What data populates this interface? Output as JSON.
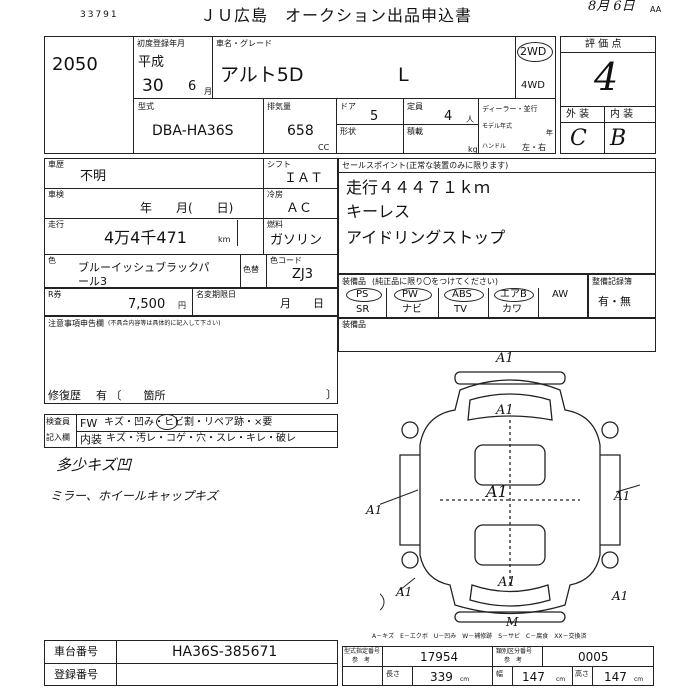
{
  "header": {
    "stamp_number": "33791",
    "auction_title": "ＪＵ広島　オークション出品申込書",
    "date": "8月 6日",
    "date_suffix": "AA"
  },
  "lot": {
    "number": "2050"
  },
  "registration": {
    "label": "初度登録年月",
    "era": "平成",
    "year": "30",
    "month": "6",
    "month_unit": "月"
  },
  "vehicle": {
    "name_label": "車名・グレード",
    "name": "アルト5D",
    "grade": "L",
    "drive_2wd": "2WD",
    "drive_4wd": "4WD",
    "model_label": "型式",
    "model": "DBA-HA36S",
    "displacement_label": "排気量",
    "displacement": "658",
    "displacement_unit": "CC",
    "doors_label": "ドア",
    "doors": "5",
    "seats_label": "定員",
    "seats": "4",
    "seats_unit": "人",
    "shape_label": "形状",
    "load_label": "積載",
    "load_unit": "kg",
    "dealer_label": "ディーラー・並行",
    "model_year_label": "モデル年式",
    "model_year_unit": "年",
    "handle_label": "ハンドル",
    "handle_value": "左・右"
  },
  "grades": {
    "label": "評 価 点",
    "score": "4",
    "exterior_label": "外 装",
    "interior_label": "内 装",
    "exterior": "C",
    "interior": "B"
  },
  "history": {
    "label": "車歴",
    "value": "不明",
    "shift_label": "シフト",
    "shift": "ＩＡＴ",
    "inspection_label": "車検",
    "inspection_value": "年　　月(　　日)",
    "ac_label": "冷房",
    "ac": "ＡＣ",
    "mileage_label": "走行",
    "mileage": "4万4千471",
    "mileage_unit": "km",
    "fuel_label": "燃料",
    "fuel": "ガソリン"
  },
  "color": {
    "label": "色",
    "value_line1": "ブルーイッシュブラックパ",
    "value_line2": "ール3",
    "change_label": "色替",
    "code_label": "色コード",
    "code": "ZJ3"
  },
  "recycle": {
    "label": "R券",
    "amount": "7,500",
    "unit": "円",
    "transfer_label": "名変期限日",
    "transfer_value": "月　　日"
  },
  "notes": {
    "label": "注意事項申告欄",
    "sublabel": "(不具合内容等は具体的に記入して下さい)",
    "repair_label": "修復歴",
    "repair_value": "有 〔　　箇所",
    "repair_close": "〕"
  },
  "inspector": {
    "label1": "検査員",
    "label2": "記入欄",
    "row1_head": "FW",
    "row1_items": "キズ・凹み・ヒビ割・リペア跡・×要",
    "row2_head": "内装",
    "row2_items": "キズ・汚レ・コゲ・穴・スレ・キレ・破レ"
  },
  "handwritten": {
    "line1": "多少キズ凹",
    "line2": "ミラー、ホイールキャップキズ"
  },
  "selling_points": {
    "label": "セールスポイント(正常な装置のみに限ります)",
    "items": [
      "走行４４４７１ｋｍ",
      "キーレス",
      "アイドリングストップ"
    ]
  },
  "equipment": {
    "label": "装備品",
    "sublabel": "(純正品に限り〇をつけてください)",
    "top": [
      "PS",
      "PW",
      "ABS",
      "エアB",
      "AW"
    ],
    "bottom": [
      "SR",
      "ナビ",
      "TV",
      "カワ"
    ],
    "manual_label": "整備記録簿",
    "manual_value": "有・無"
  },
  "extras": {
    "label": "装備品"
  },
  "diagram": {
    "marks": [
      "A1",
      "A1",
      "A1",
      "A1",
      "A1",
      "A1",
      "A1",
      "A1"
    ],
    "m_mark": "M"
  },
  "legend": {
    "text": "A－キズ　E－エクボ　U－凹み　W－補修跡　S－サビ　C－腐食　XX－交換済"
  },
  "chassis": {
    "label": "車台番号",
    "value": "HA36S-385671",
    "registration_label": "登録番号"
  },
  "codes": {
    "type_label1": "型式指定番号",
    "type_label2": "参　考",
    "type_value": "17954",
    "class_label1": "類別区分番号",
    "class_label2": "参　考",
    "class_value": "0005",
    "length_label": "長さ",
    "length": "339",
    "width_label": "幅",
    "width": "147",
    "height_label": "高さ",
    "height": "147",
    "unit": "cm"
  }
}
